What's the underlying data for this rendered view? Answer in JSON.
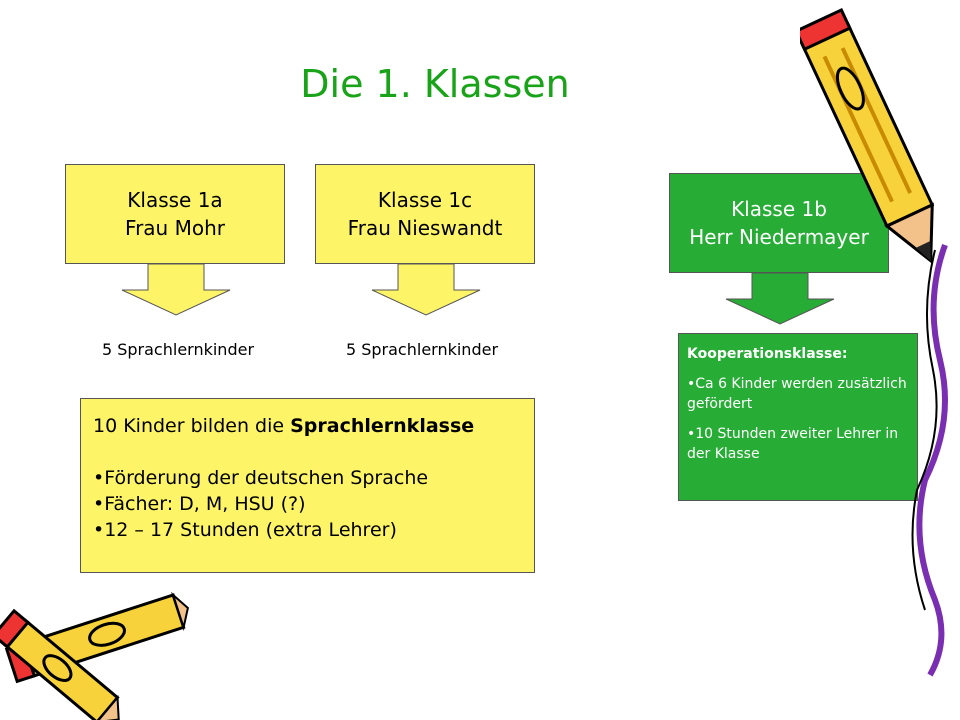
{
  "title": "Die 1. Klassen",
  "boxes": {
    "klasse1a": {
      "line1": "Klasse 1a",
      "line2": "Frau Mohr"
    },
    "klasse1c": {
      "line1": "Klasse 1c",
      "line2": "Frau Nieswandt"
    },
    "klasse1b": {
      "line1": "Klasse 1b",
      "line2": "Herr Niedermayer"
    }
  },
  "captions": {
    "klasse1a": "5 Sprachlernkinder",
    "klasse1c": "5 Sprachlernkinder"
  },
  "sprachlernklasse": {
    "intro_prefix": "10 Kinder bilden die ",
    "intro_bold": "Sprachlernklasse",
    "bullets": [
      "•Förderung der deutschen Sprache",
      "•Fächer: D, M, HSU (?)",
      "•12 – 17 Stunden (extra Lehrer)"
    ]
  },
  "kooperation": {
    "heading": "Kooperationsklasse:",
    "bullets": [
      "•Ca 6 Kinder werden zusätzlich gefördert",
      "•10 Stunden zweiter Lehrer in der Klasse"
    ]
  },
  "colors": {
    "title": "#19a319",
    "yellow": "#fdf467",
    "green": "#27ad36"
  },
  "icons": [
    "pencil-icon",
    "pencil-icon",
    "pencil-icon"
  ]
}
